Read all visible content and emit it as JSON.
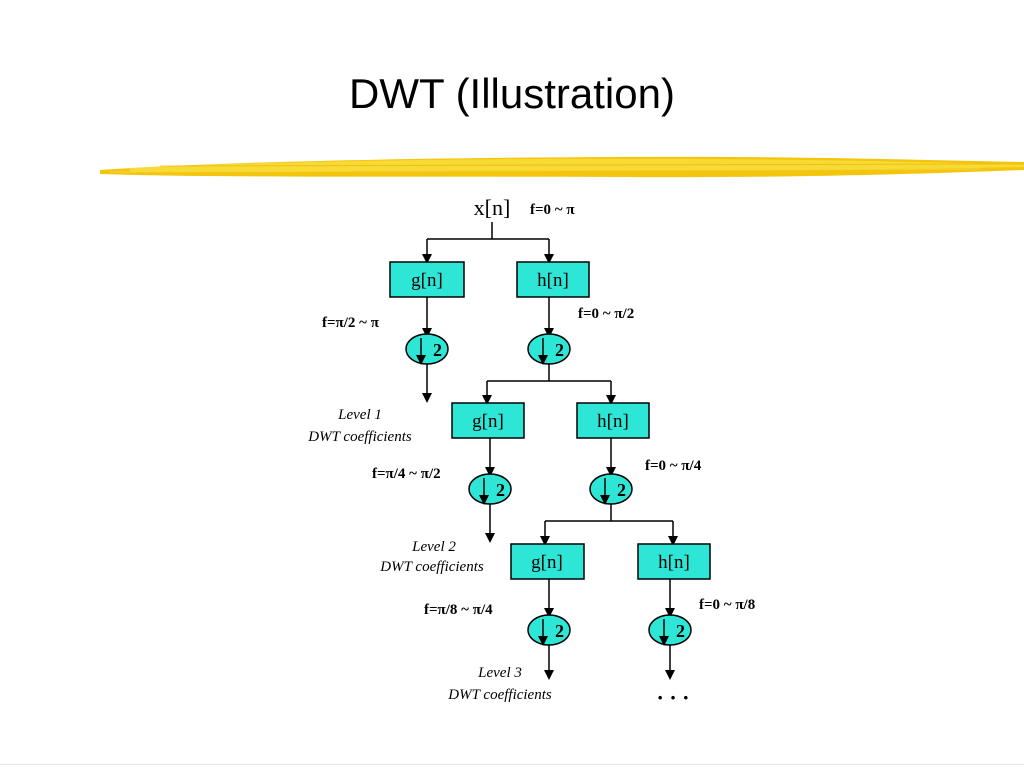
{
  "slide": {
    "title": "DWT (Illustration)",
    "accent_color": "#f2c200",
    "box_color": "#2ee6d6",
    "downsampler_color": "#2ee6d6"
  },
  "diagram": {
    "input_label": "x[n]",
    "input_freq": "f=0 ~ π",
    "levels": [
      {
        "g_label": "g[n]",
        "h_label": "h[n]",
        "g_freq": "f=π/2 ~ π",
        "h_freq": "f=0 ~ π/2",
        "g_down": "2",
        "h_down": "2",
        "coeff_title": "Level 1",
        "coeff_subtitle": "DWT coefficients"
      },
      {
        "g_label": "g[n]",
        "h_label": "h[n]",
        "g_freq": "f=π/4 ~ π/2",
        "h_freq": "f=0 ~ π/4",
        "g_down": "2",
        "h_down": "2",
        "coeff_title": "Level 2",
        "coeff_subtitle": "DWT coefficients"
      },
      {
        "g_label": "g[n]",
        "h_label": "h[n]",
        "g_freq": "f=π/8 ~ π/4",
        "h_freq": "f=0 ~ π/8",
        "g_down": "2",
        "h_down": "2",
        "coeff_title": "Level 3",
        "coeff_subtitle": "DWT coefficients"
      }
    ],
    "continuation": "· · ·"
  }
}
